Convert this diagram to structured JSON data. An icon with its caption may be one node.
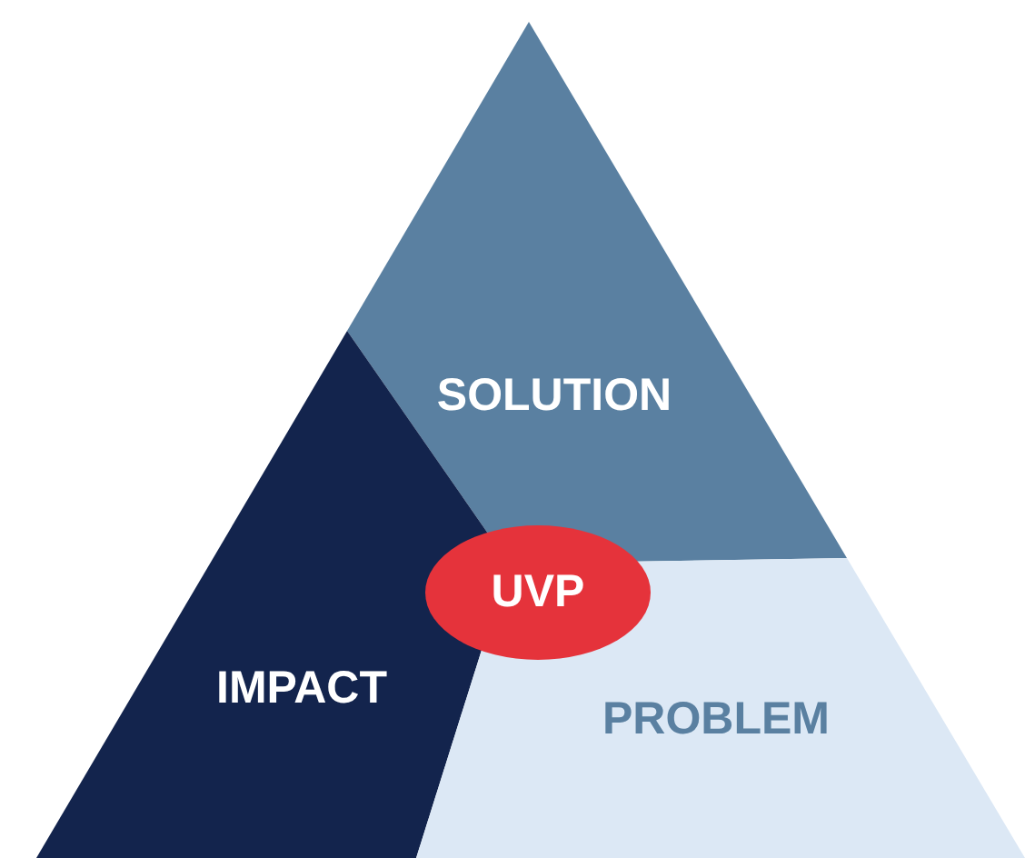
{
  "diagram": {
    "nodes": [
      {
        "text": [
          "SOLUTION"
        ]
      },
      {
        "text": [
          "IMPACT"
        ]
      },
      {
        "text": [
          "PROBLEM"
        ]
      },
      {
        "text": [
          "UVP"
        ]
      }
    ]
  }
}
